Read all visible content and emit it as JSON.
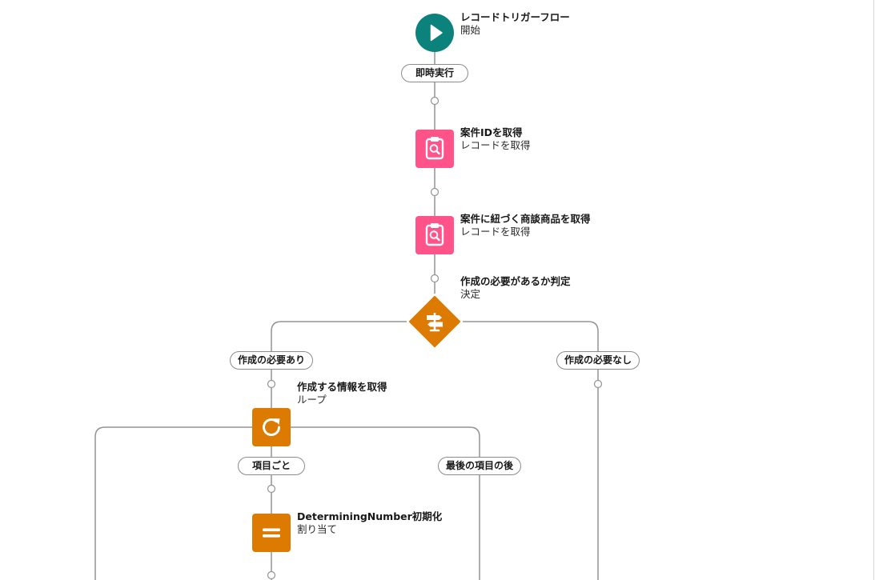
{
  "theme": {
    "line_color": "#939393",
    "start_color": "#0b827c",
    "get_records_color": "#ff538a",
    "logic_color": "#dd7a01",
    "canvas_background": "#ffffff"
  },
  "flow": {
    "start": {
      "title": "レコードトリガーフロー",
      "subtitle": "開始",
      "icon": "play-icon"
    },
    "run_path": {
      "label": "即時実行"
    },
    "nodes": [
      {
        "title": "案件IDを取得",
        "subtitle": "レコードを取得",
        "icon": "get-records-icon"
      },
      {
        "title": "案件に紐づく商談商品を取得",
        "subtitle": "レコードを取得",
        "icon": "get-records-icon"
      },
      {
        "title": "作成の必要があるか判定",
        "subtitle": "決定",
        "icon": "decision-icon"
      },
      {
        "title": "作成する情報を取得",
        "subtitle": "ループ",
        "icon": "loop-icon"
      },
      {
        "title": "DeterminingNumber初期化",
        "subtitle": "割り当て",
        "icon": "assignment-icon"
      }
    ],
    "decision_outcomes": [
      {
        "label": "作成の必要あり"
      },
      {
        "label": "作成の必要なし"
      }
    ],
    "loop_paths": [
      {
        "label": "項目ごと"
      },
      {
        "label": "最後の項目の後"
      }
    ]
  }
}
